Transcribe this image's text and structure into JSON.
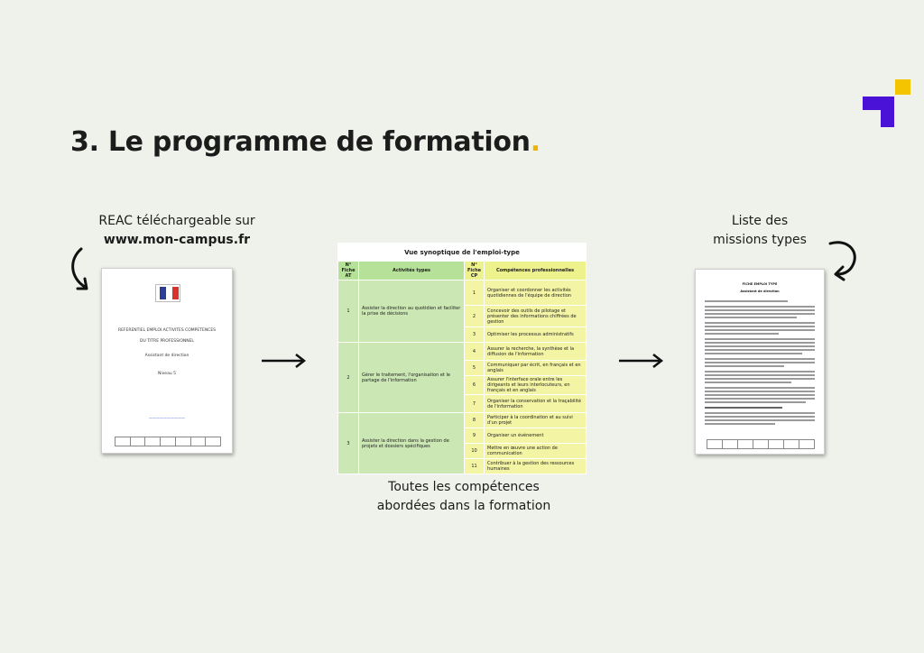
{
  "title": {
    "text": "3. Le programme de formation",
    "dot": "."
  },
  "left_caption": {
    "line1": "REAC téléchargeable sur",
    "line2": "www.mon-campus.fr"
  },
  "center_caption": {
    "line1": "Toutes les compétences",
    "line2": "abordées dans la formation"
  },
  "right_caption": {
    "line1": "Liste des",
    "line2": "missions types"
  },
  "doc1": {
    "heading1": "REFERENTIEL EMPLOI ACTIVITES COMPETENCES",
    "heading2": "DU TITRE PROFESSIONNEL",
    "job": "Assistant de direction",
    "level": "Niveau 5"
  },
  "table": {
    "title": "Vue synoptique de l'emploi-type",
    "col_fiche_at": "N° Fiche AT",
    "col_activites": "Activités types",
    "col_fiche_cp": "N° Fiche CP",
    "col_competences": "Compétences professionnelles",
    "activities": [
      {
        "n": "1",
        "label": "Assister la direction au quotidien et faciliter la prise de décisions"
      },
      {
        "n": "2",
        "label": "Gérer le traitement, l'organisation et le partage de l'information"
      },
      {
        "n": "3",
        "label": "Assister la direction dans la gestion de projets et dossiers spécifiques"
      }
    ],
    "competences": [
      {
        "n": "1",
        "label": "Organiser et coordonner les activités quotidiennes de l'équipe de direction"
      },
      {
        "n": "2",
        "label": "Concevoir des outils de pilotage et présenter des informations chiffrées de gestion"
      },
      {
        "n": "3",
        "label": "Optimiser les processus administratifs"
      },
      {
        "n": "4",
        "label": "Assurer la recherche, la synthèse et la diffusion de l'information"
      },
      {
        "n": "5",
        "label": "Communiquer par écrit, en français et en anglais"
      },
      {
        "n": "6",
        "label": "Assurer l'interface orale entre les dirigeants et leurs interlocuteurs, en français et en anglais"
      },
      {
        "n": "7",
        "label": "Organiser la conservation et la traçabilité de l'information"
      },
      {
        "n": "8",
        "label": "Participer à la coordination et au suivi d'un projet"
      },
      {
        "n": "9",
        "label": "Organiser un évènement"
      },
      {
        "n": "10",
        "label": "Mettre en œuvre une action de communication"
      },
      {
        "n": "11",
        "label": "Contribuer à la gestion des ressources humaines"
      }
    ]
  },
  "doc2": {
    "heading1": "FICHE EMPLOI TYPE",
    "heading2": "Assistant de direction"
  },
  "colors": {
    "accent_yellow": "#f0b400",
    "logo_purple": "#4a12d6",
    "background": "#eff2ea"
  }
}
